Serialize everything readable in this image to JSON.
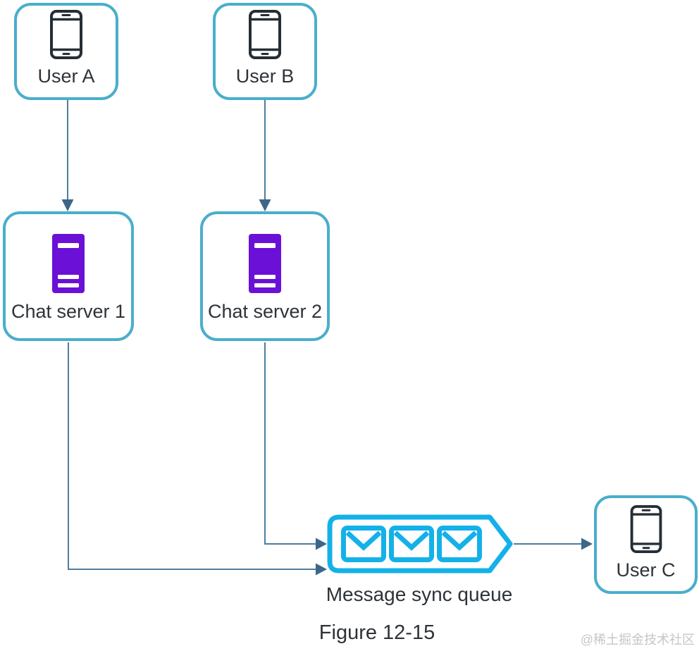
{
  "diagram": {
    "type": "flow-diagram",
    "nodes": {
      "user_a": {
        "label": "User A",
        "icon": "smartphone-icon"
      },
      "user_b": {
        "label": "User B",
        "icon": "smartphone-icon"
      },
      "chat_server_1": {
        "label": "Chat server 1",
        "icon": "server-icon"
      },
      "chat_server_2": {
        "label": "Chat server 2",
        "icon": "server-icon"
      },
      "user_c": {
        "label": "User C",
        "icon": "smartphone-icon"
      },
      "message_queue": {
        "label": "Message sync queue",
        "icon": "envelope-icon",
        "envelope_count": 3
      }
    },
    "edges": [
      {
        "from": "User A",
        "to": "Chat server 1"
      },
      {
        "from": "User B",
        "to": "Chat server 2"
      },
      {
        "from": "Chat server 1",
        "to": "Message sync queue"
      },
      {
        "from": "Chat server 2",
        "to": "Message sync queue"
      },
      {
        "from": "Message sync queue",
        "to": "User C"
      }
    ],
    "caption": "Figure 12-15",
    "watermark": "@稀土掘金技术社区",
    "colors": {
      "node_border": "#4aaecb",
      "queue_accent": "#14b1e8",
      "server_purple": "#6b10d6",
      "phone_outline": "#252e36",
      "connector_line": "#4d7d9f",
      "arrowhead": "#3d6787",
      "label_text": "#2e3338",
      "watermark_text": "#c6c6c6"
    }
  }
}
